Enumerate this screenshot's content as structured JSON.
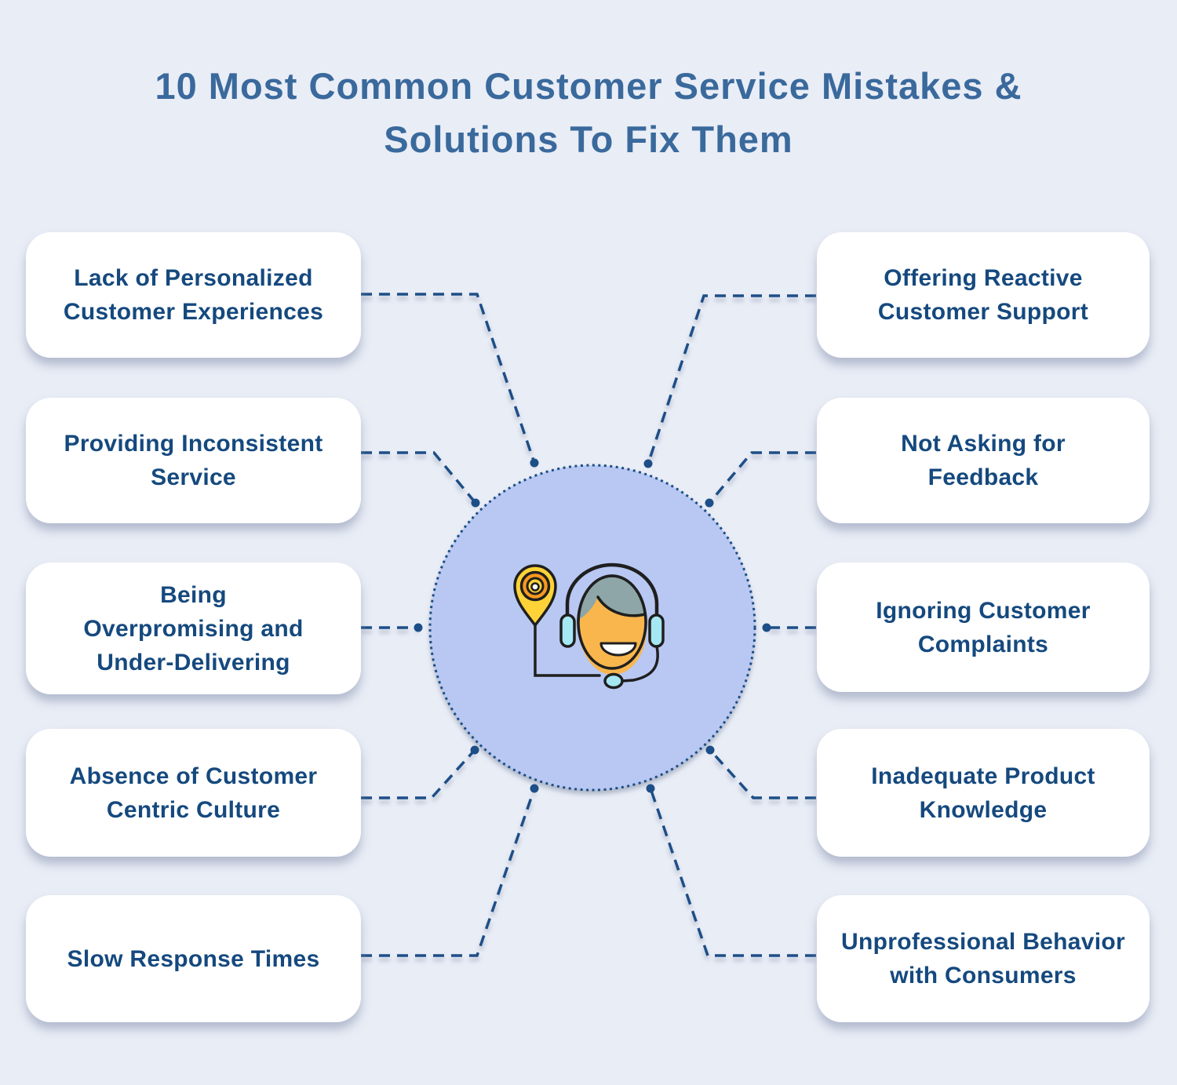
{
  "title": "10 Most Common Customer Service Mistakes &\nSolutions To Fix Them",
  "center_icon": "support-agent-headset-with-location-pin",
  "boxes": [
    {
      "side": "left",
      "label": "Lack of Personalized\nCustomer Experiences"
    },
    {
      "side": "left",
      "label": "Providing Inconsistent\nService"
    },
    {
      "side": "left",
      "label": "Being\nOverpromising and\nUnder-Delivering"
    },
    {
      "side": "left",
      "label": "Absence of Customer\nCentric Culture"
    },
    {
      "side": "left",
      "label": "Slow Response Times"
    },
    {
      "side": "right",
      "label": "Offering Reactive\nCustomer Support"
    },
    {
      "side": "right",
      "label": "Not Asking for\nFeedback"
    },
    {
      "side": "right",
      "label": "Ignoring Customer\nComplaints"
    },
    {
      "side": "right",
      "label": "Inadequate Product\nKnowledge"
    },
    {
      "side": "right",
      "label": "Unprofessional Behavior\nwith Consumers"
    }
  ],
  "colors": {
    "background": "#e9edf6",
    "title_text": "#3a699c",
    "box_text": "#15497e",
    "box_fill": "#ffffff",
    "connector_blue": "#1d4e87",
    "circle_fill": "#b8c8f3",
    "icon_yellow": "#ffd337",
    "icon_orange": "#f8991d",
    "icon_face": "#f9b64d",
    "icon_hair": "#8ea6a7",
    "icon_cyan": "#a5e8f4",
    "icon_outline": "#1f1f1f"
  }
}
